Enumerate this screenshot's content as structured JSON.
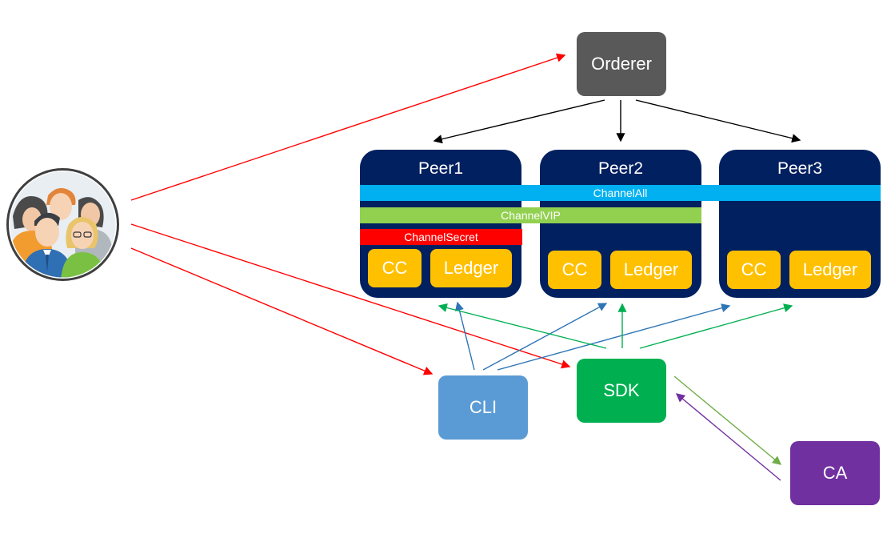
{
  "orderer": {
    "label": "Orderer"
  },
  "peers": [
    {
      "title": "Peer1",
      "cc": "CC",
      "ledger": "Ledger"
    },
    {
      "title": "Peer2",
      "cc": "CC",
      "ledger": "Ledger"
    },
    {
      "title": "Peer3",
      "cc": "CC",
      "ledger": "Ledger"
    }
  ],
  "channels": {
    "all": "ChannelAll",
    "vip": "ChannelVIP",
    "secret": "ChannelSecret"
  },
  "clients": {
    "cli": "CLI",
    "sdk": "SDK",
    "ca": "CA"
  },
  "users_icon": "user-group-icon",
  "colors": {
    "orderer": "#595959",
    "peer": "#002060",
    "tile": "#ffc000",
    "channel_all": "#00b0f0",
    "channel_vip": "#92d050",
    "channel_secret": "#ff0000",
    "cli": "#5b9bd5",
    "sdk": "#00b050",
    "ca": "#7030a0",
    "arrow_red": "#ff0000",
    "arrow_blue": "#2e75b6",
    "arrow_green": "#00b050",
    "arrow_lightgreen": "#70ad47",
    "arrow_purple": "#7030a0",
    "arrow_black": "#000000"
  }
}
